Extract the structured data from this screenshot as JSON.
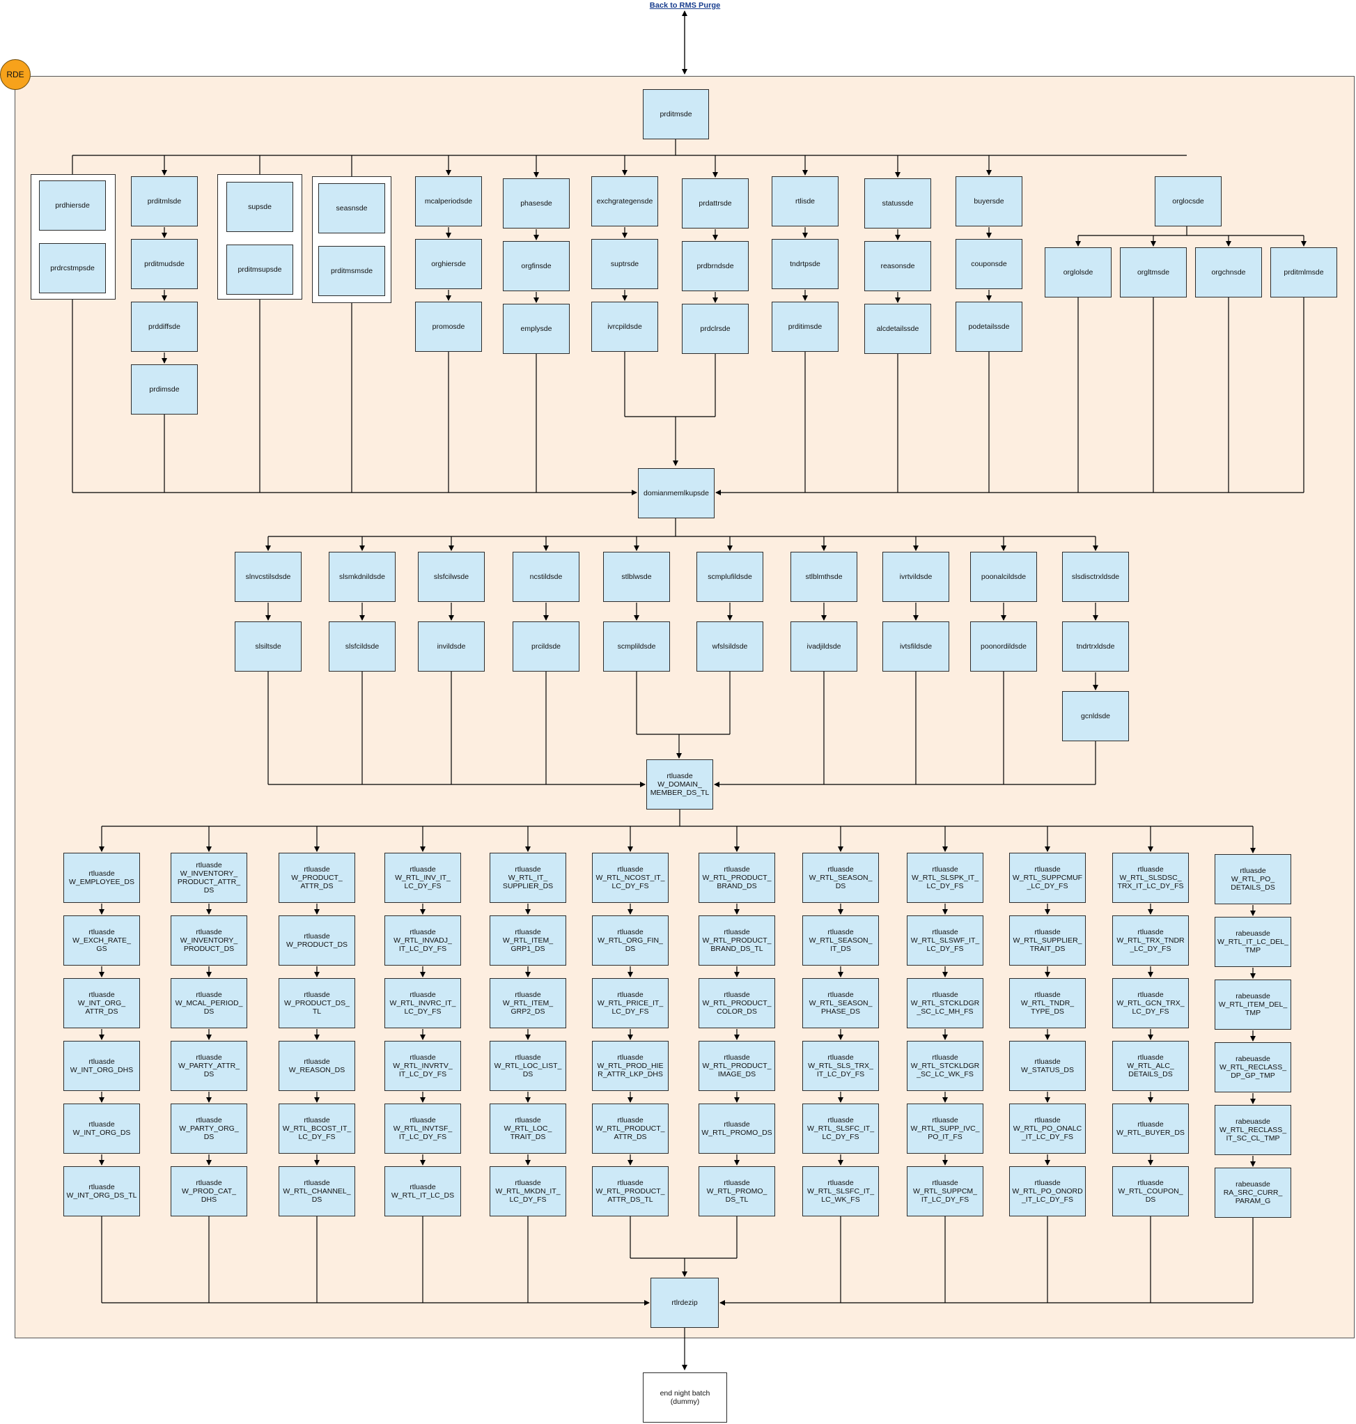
{
  "back_link": "Back to RMS Purge",
  "region_label": "RDE",
  "colors": {
    "node_fill": "#cde9f7",
    "region_fill": "#fdeee0",
    "badge_fill": "#f7a21b",
    "link": "#1a3f8f"
  },
  "top": {
    "root": "prditmsde",
    "collector": "domianmemlkupsde",
    "end": "end night batch\n(dummy)"
  },
  "stage1": [
    [
      "prdhiersde",
      "prdrcstmpsde"
    ],
    [
      "prditmlsde",
      "prditmudsde",
      "prddiffsde",
      "prdimsde"
    ],
    [
      "supsde",
      "prditmsupsde"
    ],
    [
      "seasnsde",
      "prditmsmsde"
    ],
    [
      "mcalperiodsde",
      "orghiersde",
      "promosde"
    ],
    [
      "phasesde",
      "orgfinsde",
      "emplysde"
    ],
    [
      "exchgrategensde",
      "suptrsde",
      "ivrcpildsde"
    ],
    [
      "prdattrsde",
      "prdbrndsde",
      "prdclrsde"
    ],
    [
      "rtlisde",
      "tndrtpsde",
      "prditimsde"
    ],
    [
      "statussde",
      "reasonsde",
      "alcdetailssde"
    ],
    [
      "buyersde",
      "couponsde",
      "podetailssde"
    ],
    [
      "orglocsde"
    ],
    [
      "orglolsde"
    ],
    [
      "orgltmsde"
    ],
    [
      "orgchnsde"
    ],
    [
      "prditmlmsde"
    ]
  ],
  "stage2": [
    [
      "slnvcstilsdsde",
      "slsiltsde"
    ],
    [
      "slsmkdnildsde",
      "slsfcildsde"
    ],
    [
      "slsfcilwsde",
      "invildsde"
    ],
    [
      "ncstildsde",
      "prcildsde"
    ],
    [
      "stlblwsde",
      "scmplildsde"
    ],
    [
      "scmplufildsde",
      "wfslsildsde"
    ],
    [
      "stlblmthsde",
      "ivadjildsde"
    ],
    [
      "ivrtvildsde",
      "ivtsfildsde"
    ],
    [
      "poonalcildsde",
      "poonordildsde"
    ],
    [
      "slsdisctrxldsde",
      "tndrtrxldsde",
      "gcnldsde"
    ]
  ],
  "mid": "rtluasde\nW_DOMAIN_\nMEMBER_DS_TL",
  "stage3": [
    [
      "rtluasde\nW_EMPLOYEE_DS",
      "rtluasde\nW_EXCH_RATE_\nGS",
      "rtluasde\nW_INT_ORG_\nATTR_DS",
      "rtluasde\nW_INT_ORG_DHS",
      "rtluasde\nW_INT_ORG_DS",
      "rtluasde\nW_INT_ORG_DS_TL"
    ],
    [
      "rtluasde\nW_INVENTORY_\nPRODUCT_ATTR_\nDS",
      "rtluasde\nW_INVENTORY_\nPRODUCT_DS",
      "rtluasde\nW_MCAL_PERIOD_\nDS",
      "rtluasde\nW_PARTY_ATTR_\nDS",
      "rtluasde\nW_PARTY_ORG_\nDS",
      "rtluasde\nW_PROD_CAT_\nDHS"
    ],
    [
      "rtluasde\nW_PRODUCT_\nATTR_DS",
      "rtluasde\nW_PRODUCT_DS",
      "rtluasde\nW_PRODUCT_DS_\nTL",
      "rtluasde\nW_REASON_DS",
      "rtluasde\nW_RTL_BCOST_IT_\nLC_DY_FS",
      "rtluasde\nW_RTL_CHANNEL_\nDS"
    ],
    [
      "rtluasde\nW_RTL_INV_IT_\nLC_DY_FS",
      "rtluasde\nW_RTL_INVADJ_\nIT_LC_DY_FS",
      "rtluasde\nW_RTL_INVRC_IT_\nLC_DY_FS",
      "rtluasde\nW_RTL_INVRTV_\nIT_LC_DY_FS",
      "rtluasde\nW_RTL_INVTSF_\nIT_LC_DY_FS",
      "rtluasde\nW_RTL_IT_LC_DS"
    ],
    [
      "rtluasde\nW_RTL_IT_\nSUPPLIER_DS",
      "rtluasde\nW_RTL_ITEM_\nGRP1_DS",
      "rtluasde\nW_RTL_ITEM_\nGRP2_DS",
      "rtluasde\nW_RTL_LOC_LIST_\nDS",
      "rtluasde\nW_RTL_LOC_\nTRAIT_DS",
      "rtluasde\nW_RTL_MKDN_IT_\nLC_DY_FS"
    ],
    [
      "rtluasde\nW_RTL_NCOST_IT_\nLC_DY_FS",
      "rtluasde\nW_RTL_ORG_FIN_\nDS",
      "rtluasde\nW_RTL_PRICE_IT_\nLC_DY_FS",
      "rtluasde\nW_RTL_PROD_HIE\nR_ATTR_LKP_DHS",
      "rtluasde\nW_RTL_PRODUCT_\nATTR_DS",
      "rtluasde\nW_RTL_PRODUCT_\nATTR_DS_TL"
    ],
    [
      "rtluasde\nW_RTL_PRODUCT_\nBRAND_DS",
      "rtluasde\nW_RTL_PRODUCT_\nBRAND_DS_TL",
      "rtluasde\nW_RTL_PRODUCT_\nCOLOR_DS",
      "rtluasde\nW_RTL_PRODUCT_\nIMAGE_DS",
      "rtluasde\nW_RTL_PROMO_DS",
      "rtluasde\nW_RTL_PROMO_\nDS_TL"
    ],
    [
      "rtluasde\nW_RTL_SEASON_\nDS",
      "rtluasde\nW_RTL_SEASON_\nIT_DS",
      "rtluasde\nW_RTL_SEASON_\nPHASE_DS",
      "rtluasde\nW_RTL_SLS_TRX_\nIT_LC_DY_FS",
      "rtluasde\nW_RTL_SLSFC_IT_\nLC_DY_FS",
      "rtluasde\nW_RTL_SLSFC_IT_\nLC_WK_FS"
    ],
    [
      "rtluasde\nW_RTL_SLSPK_IT_\nLC_DY_FS",
      "rtluasde\nW_RTL_SLSWF_IT_\nLC_DY_FS",
      "rtluasde\nW_RTL_STCKLDGR\n_SC_LC_MH_FS",
      "rtluasde\nW_RTL_STCKLDGR\n_SC_LC_WK_FS",
      "rtluasde\nW_RTL_SUPP_IVC_\nPO_IT_FS",
      "rtluasde\nW_RTL_SUPPCM_\nIT_LC_DY_FS"
    ],
    [
      "rtluasde\nW_RTL_SUPPCMUF\n_LC_DY_FS",
      "rtluasde\nW_RTL_SUPPLIER_\nTRAIT_DS",
      "rtluasde\nW_RTL_TNDR_\nTYPE_DS",
      "rtluasde\nW_STATUS_DS",
      "rtluasde\nW_RTL_PO_ONALC\n_IT_LC_DY_FS",
      "rtluasde\nW_RTL_PO_ONORD\n_IT_LC_DY_FS"
    ],
    [
      "rtluasde\nW_RTL_SLSDSC_\nTRX_IT_LC_DY_FS",
      "rtluasde\nW_RTL_TRX_TNDR\n_LC_DY_FS",
      "rtluasde\nW_RTL_GCN_TRX_\nLC_DY_FS",
      "rtluasde\nW_RTL_ALC_\nDETAILS_DS",
      "rtluasde\nW_RTL_BUYER_DS",
      "rtluasde\nW_RTL_COUPON_\nDS"
    ],
    [
      "rtluasde\nW_RTL_PO_\nDETAILS_DS",
      "rabeuasde\nW_RTL_IT_LC_DEL_\nTMP",
      "rabeuasde\nW_RTL_ITEM_DEL_\nTMP",
      "rabeuasde\nW_RTL_RECLASS_\nDP_GP_TMP",
      "rabeuasde\nW_RTL_RECLASS_\nIT_SC_CL_TMP",
      "rabeuasde\nRA_SRC_CURR_\nPARAM_G"
    ]
  ],
  "final": "rtlrdezip"
}
